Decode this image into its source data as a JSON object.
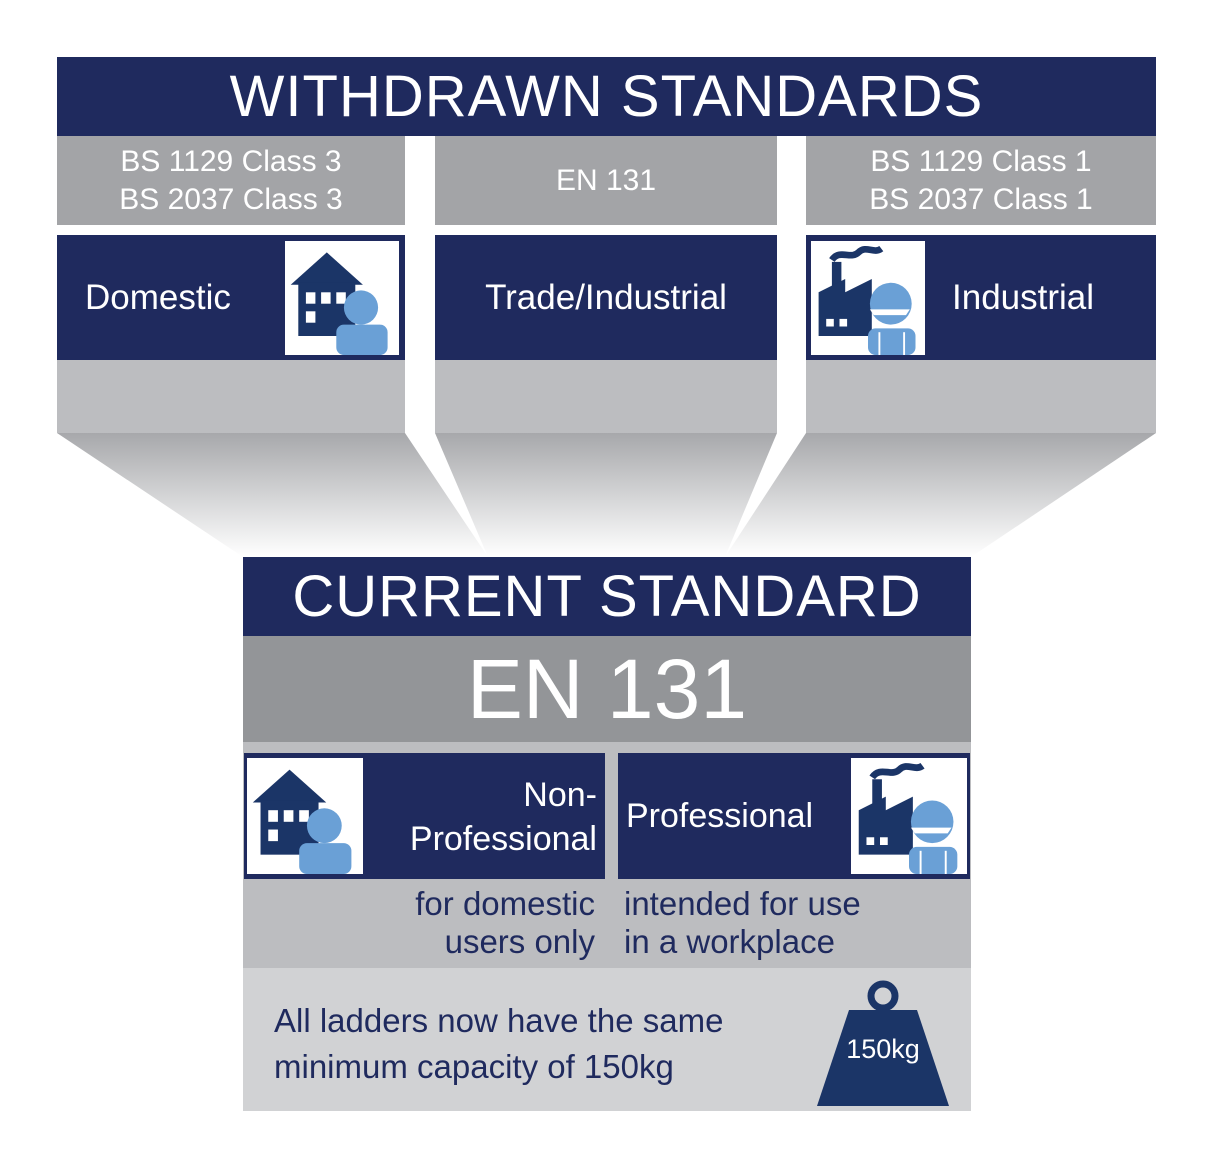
{
  "withdrawn": {
    "title": "WITHDRAWN STANDARDS",
    "columns": [
      {
        "standards": "BS 1129 Class 3\nBS 2037 Class 3",
        "category": "Domestic",
        "icon": "house-person-icon"
      },
      {
        "standards": "EN 131",
        "category": "Trade/Industrial",
        "icon": ""
      },
      {
        "standards": "BS 1129 Class 1\nBS 2037 Class 1",
        "category": "Industrial",
        "icon": "factory-worker-icon"
      }
    ]
  },
  "current": {
    "title": "CURRENT STANDARD",
    "code": "EN 131",
    "categories": [
      {
        "label": "Non-\nProfessional",
        "description": "for domestic\nusers only",
        "icon": "house-person-icon"
      },
      {
        "label": "Professional",
        "description": "intended for use\nin a workplace",
        "icon": "factory-worker-icon"
      }
    ],
    "capacity_text": "All ladders now have the same\nminimum capacity of 150kg",
    "weight_label": "150kg"
  },
  "colors": {
    "navy": "#1f2a5e",
    "icon_navy": "#1b3567",
    "icon_light_blue": "#6aa0d6",
    "grey": "#939598"
  }
}
